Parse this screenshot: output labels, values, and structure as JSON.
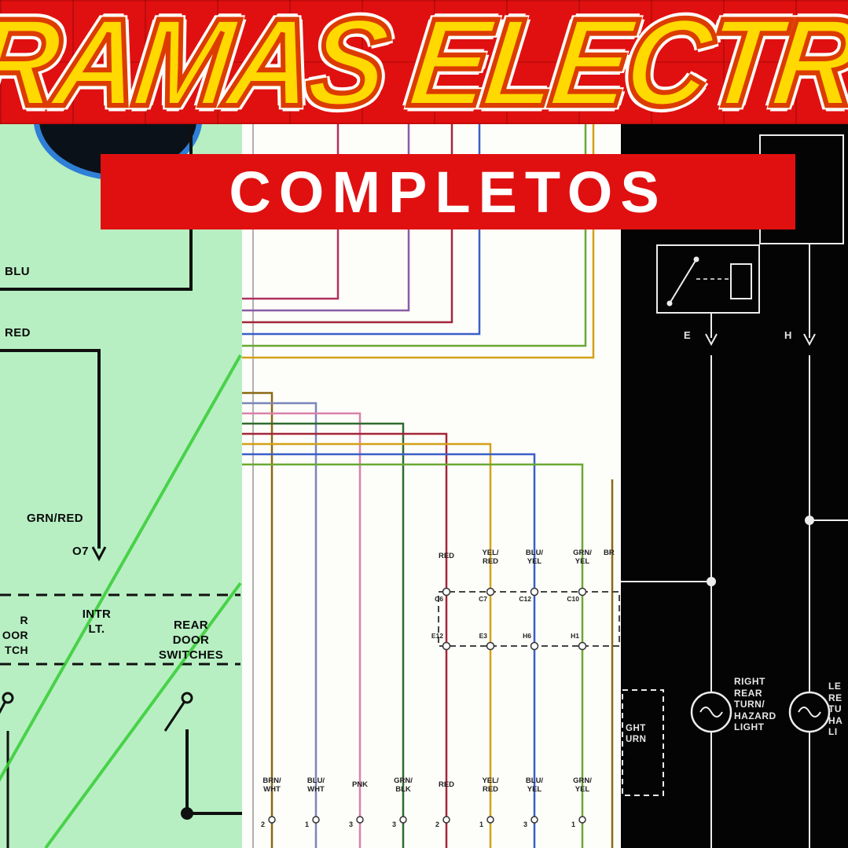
{
  "banner": {
    "title": "GRAMAS ELECTRIC",
    "subtitle": "COMPLETOS"
  },
  "colors": {
    "banner_red": "#e01010",
    "title_yellow": "#ffd900",
    "panel_green": "#b7efc2",
    "panel_white": "#fdfdfa",
    "panel_black": "#040404",
    "diag_green_line": "#35cc33"
  },
  "left_panel": {
    "labels": {
      "blu": "BLU",
      "red": "RED",
      "grn_red": "GRN/RED",
      "o7": "O7",
      "door_switch_cut": "R\nOOR\nTCH",
      "intr_lt": "INTR\nLT.",
      "rear_door_switches": "REAR\nDOOR\nSWITCHES"
    }
  },
  "middle_panel": {
    "wire_labels_upper": [
      "RED",
      "YEL/\nRED",
      "BLU/\nYEL",
      "GRN/\nYEL",
      "BR"
    ],
    "connector_pins_top": [
      "C6",
      "C7",
      "C12",
      "C10"
    ],
    "connector_pins_bottom": [
      "E12",
      "E3",
      "H6",
      "H1"
    ],
    "wire_labels_lower": [
      "BRN/\nWHT",
      "BLU/\nWHT",
      "PNK",
      "GRN/\nBLK",
      "RED",
      "YEL/\nRED",
      "BLU/\nYEL",
      "GRN/\nYEL"
    ],
    "terminal_numbers": [
      "2",
      "1",
      "3",
      "3",
      "2",
      "1",
      "3",
      "1"
    ]
  },
  "right_panel": {
    "labels": {
      "e": "E",
      "h": "H",
      "right_rear_lamp": "RIGHT\nREAR\nTURN/\nHAZARD\nLIGHT",
      "left_rear_lamp_cut": "LE\nRE\nTU\nHA\nLI",
      "front_box_cut": "GHT\nURN"
    }
  }
}
